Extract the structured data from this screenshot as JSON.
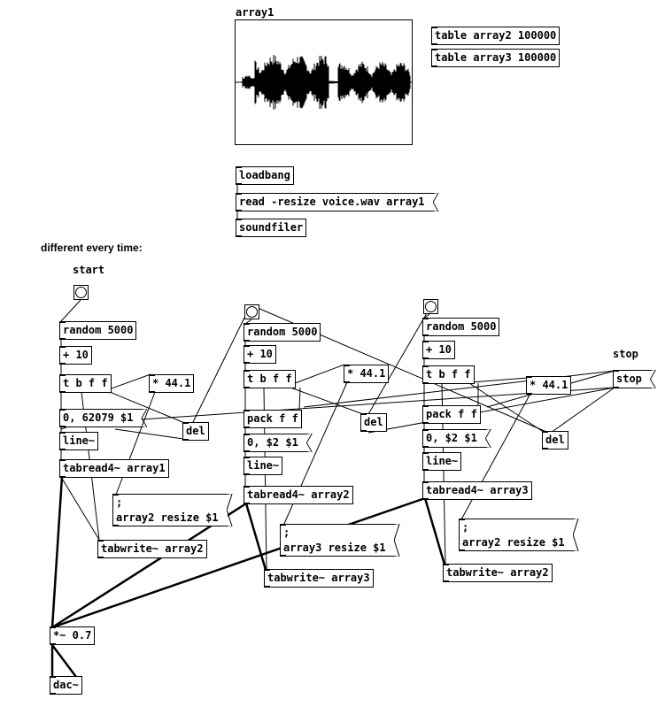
{
  "array": {
    "name": "array1"
  },
  "comments": {
    "different": "different every time:",
    "start": "start",
    "stop": "stop"
  },
  "objects": {
    "table_array2": "table array2 100000",
    "table_array3": "table array3 100000",
    "loadbang": "loadbang",
    "soundfiler": "soundfiler",
    "random_1": "random 5000",
    "plus_1": "+ 10",
    "tbff_1": "t b f f",
    "mul_1": "* 44.1",
    "del_1": "del",
    "line_1": "line~",
    "tabread_1": "tabread4~ array1",
    "tabwrite_1": "tabwrite~ array2",
    "random_2": "random 5000",
    "plus_2": "+ 10",
    "tbff_2": "t b f f",
    "mul_2": "* 44.1",
    "pack_2": "pack f f",
    "del_2": "del",
    "line_2": "line~",
    "tabread_2": "tabread4~ array2",
    "tabwrite_2": "tabwrite~ array3",
    "random_3": "random 5000",
    "plus_3": "+ 10",
    "tbff_3": "t b f f",
    "mul_3": "* 44.1",
    "pack_3": "pack f f",
    "del_3": "del",
    "line_3": "line~",
    "tabread_3": "tabread4~ array3",
    "tabwrite_3": "tabwrite~ array2",
    "gain": "*~ 0.7",
    "dac": "dac~"
  },
  "messages": {
    "read": "read -resize voice.wav array1",
    "line_msg_1": "0, 62079 $1",
    "resize_1_l1": ";",
    "resize_1_l2": "array2 resize $1",
    "line_msg_2": "0, $2 $1",
    "resize_2_l1": ";",
    "resize_2_l2": "array3 resize $1",
    "line_msg_3": "0, $2 $1",
    "resize_3_l1": ";",
    "resize_3_l2": "array2 resize $1",
    "stop": "stop"
  },
  "colors": {
    "ink": "#000000",
    "background": "#ffffff"
  }
}
